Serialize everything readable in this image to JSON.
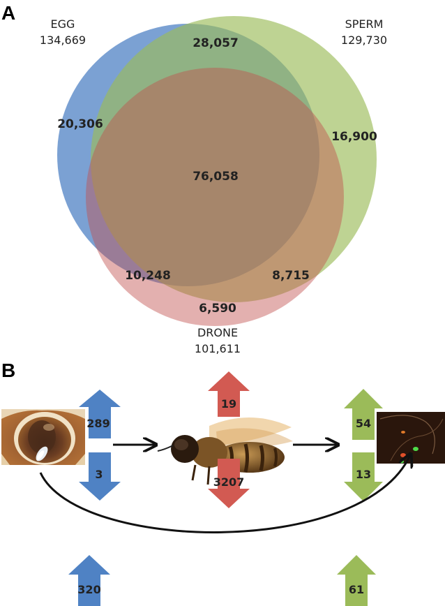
{
  "panels": {
    "a": "A",
    "b": "B"
  },
  "venn": {
    "egg": {
      "name": "EGG",
      "total": "134,669",
      "color": "#4f82c4"
    },
    "sperm": {
      "name": "SPERM",
      "total": "129,730",
      "color": "#9bbb59"
    },
    "drone": {
      "name": "DRONE",
      "total": "101,611",
      "color": "#c0504d"
    },
    "regions": {
      "egg_sperm": "28,057",
      "egg_only": "20,306",
      "sperm_only": "16,900",
      "all_three": "76,058",
      "egg_drone": "10,248",
      "sperm_drone": "8,715",
      "drone_only": "6,590"
    }
  },
  "flow": {
    "egg_up": "289",
    "egg_down": "3",
    "drone_up": "19",
    "drone_down": "3207",
    "sperm_up": "54",
    "sperm_down": "13",
    "egg_to_sperm_up_left": "320",
    "egg_to_sperm_up_right": "61",
    "colors": {
      "blue": "#4f82c4",
      "red": "#d25a52",
      "green": "#9bbb59"
    }
  },
  "images": {
    "egg_photo": "egg-cell-photo",
    "bee_photo": "drone-bee-photo",
    "sperm_photo": "sperm-microscopy-photo"
  }
}
